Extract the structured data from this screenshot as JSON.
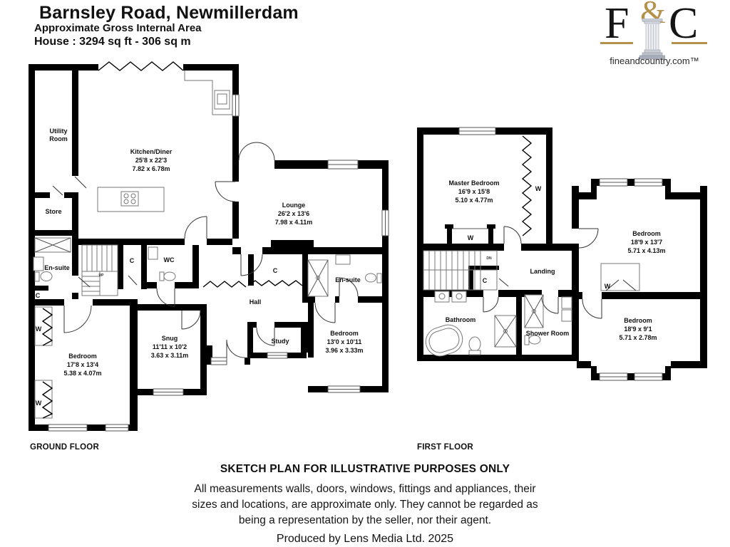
{
  "header": {
    "title": "Barnsley Road, Newmillerdam",
    "subtitle": "Approximate Gross Internal Area",
    "area": "House : 3294 sq ft - 306 sq m"
  },
  "logo": {
    "f": "F",
    "ampersand": "&",
    "c": "C",
    "website": "fineandcountry.com™"
  },
  "ground_floor": {
    "label": "GROUND FLOOR",
    "rooms": {
      "utility": {
        "line1": "Utility",
        "line2": "Room"
      },
      "store": "Store",
      "ensuite_left": "En-suite",
      "kitchen": {
        "name": "Kitchen/Diner",
        "imperial": "25'8 x 22'3",
        "metric": "7.82 x 6.78m"
      },
      "lounge": {
        "name": "Lounge",
        "imperial": "26'2 x 13'6",
        "metric": "7.98 x 4.11m"
      },
      "wc": "WC",
      "hall": "Hall",
      "snug": {
        "name": "Snug",
        "imperial": "11'11 x 10'2",
        "metric": "3.63 x 3.11m"
      },
      "study": "Study",
      "bedroom_left": {
        "name": "Bedroom",
        "imperial": "17'8 x 13'4",
        "metric": "5.38 x 4.07m"
      },
      "bedroom_right": {
        "name": "Bedroom",
        "imperial": "13'0 x 10'11",
        "metric": "3.96 x 3.33m"
      },
      "ensuite_right": "En-suite",
      "cupboard": "C",
      "wardrobe": "W",
      "stairs_up": "UP"
    }
  },
  "first_floor": {
    "label": "FIRST FLOOR",
    "rooms": {
      "master": {
        "name": "Master Bedroom",
        "imperial": "16'9 x 15'8",
        "metric": "5.10 x 4.77m"
      },
      "bedroom_top": {
        "name": "Bedroom",
        "imperial": "18'9 x 13'7",
        "metric": "5.71 x 4.13m"
      },
      "bedroom_bottom": {
        "name": "Bedroom",
        "imperial": "18'9 x 9'1",
        "metric": "5.71 x 2.78m"
      },
      "landing": "Landing",
      "bathroom": "Bathroom",
      "shower_room": "Shower Room",
      "cupboard": "C",
      "wardrobe": "W",
      "stairs_dn": "DN"
    }
  },
  "footer": {
    "sketch_note": "SKETCH PLAN FOR ILLUSTRATIVE PURPOSES ONLY",
    "disclaimer_line1": "All measurements walls, doors, windows, fittings and appliances, their",
    "disclaimer_line2": "sizes and locations, are approximate only. They cannot be regarded as",
    "disclaimer_line3": "being a representation by the seller, nor their agent.",
    "produced_by": "Produced by Lens Media Ltd. 2025"
  },
  "colors": {
    "logo_gold": "#b5924c",
    "wall": "#000000",
    "text": "#111111"
  }
}
